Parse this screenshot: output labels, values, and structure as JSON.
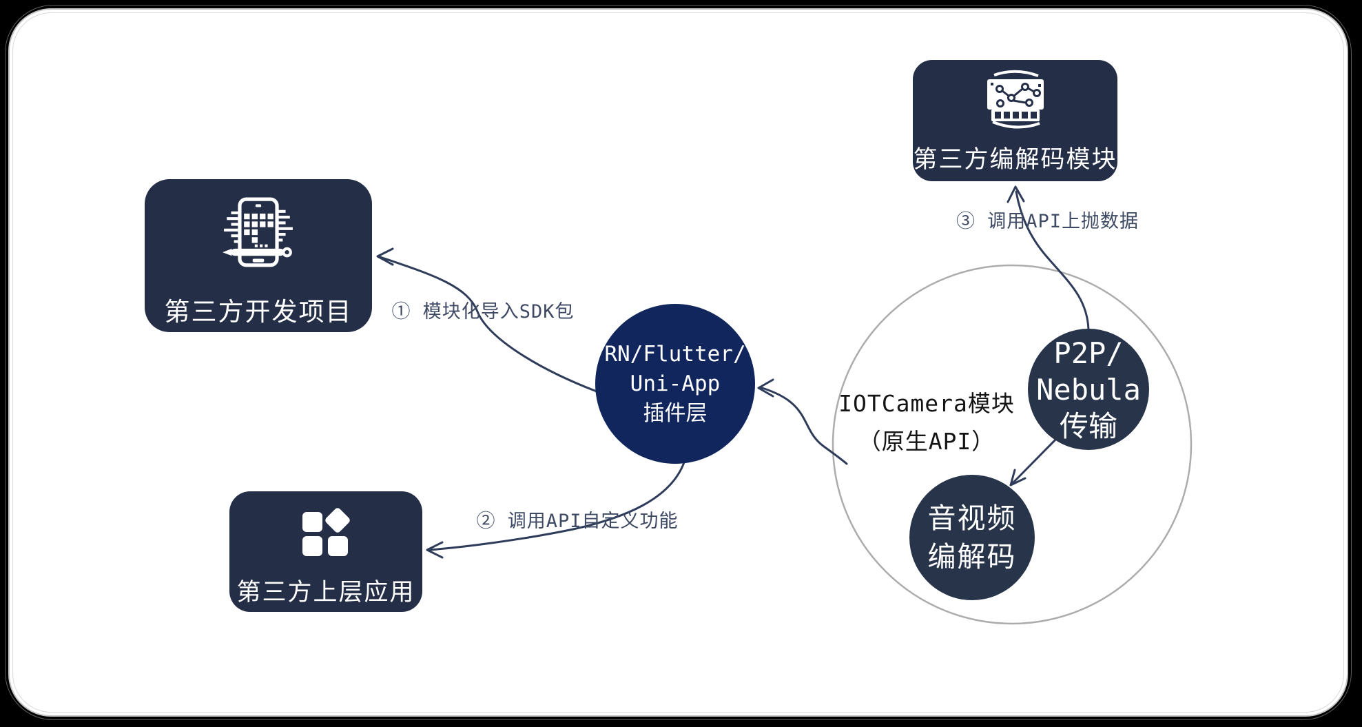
{
  "colors": {
    "canvas_bg": "#000000",
    "card_bg": "#ffffff",
    "card_border": "#c7c4c4",
    "box_fill": "#242E46",
    "plugin_circle_fill": "#12265E",
    "inner_circle_fill": "#273449",
    "outer_circle_stroke": "#ACACAC",
    "arrow_color": "#2E3C5A",
    "edge_label_color": "#3E4A63",
    "node_text_color": "#FFFFFF",
    "iot_text_color": "#141414"
  },
  "nodes": {
    "dev_box": {
      "label": "第三方开发项目",
      "icon": "mobile-dev-icon"
    },
    "app_box": {
      "label": "第三方上层应用",
      "icon": "apps-icon"
    },
    "codec_box": {
      "label": "第三方编解码模块",
      "icon": "codec-chip-icon"
    },
    "plugin_circle": {
      "lines": [
        "RN/Flutter/",
        "Uni-App",
        "插件层"
      ]
    },
    "iot_circle": {
      "lines": [
        "IOTCamera模块",
        "（原生API）"
      ]
    },
    "p2p_circle": {
      "lines": [
        "P2P/",
        "Nebula",
        "传输"
      ]
    },
    "av_circle": {
      "lines": [
        "音视频",
        "编解码"
      ]
    }
  },
  "edges": [
    {
      "id": "plugin-to-dev",
      "label": "① 模块化导入SDK包"
    },
    {
      "id": "plugin-to-app",
      "label": "② 调用API自定义功能"
    },
    {
      "id": "p2p-to-codec",
      "label": "③ 调用API上抛数据"
    },
    {
      "id": "iot-to-plugin",
      "label": ""
    },
    {
      "id": "p2p-to-av",
      "label": ""
    }
  ]
}
